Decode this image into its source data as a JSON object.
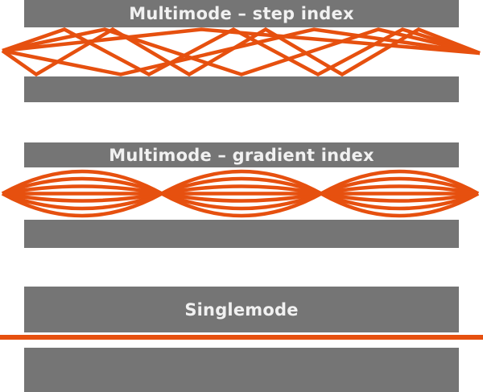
{
  "diagram": {
    "sections": [
      {
        "label": "Multimode – step index",
        "ray_pattern": "zigzag-reflected-rays"
      },
      {
        "label": "Multimode – gradient index",
        "ray_pattern": "sinusoidal-lens-rays"
      },
      {
        "label": "Singlemode",
        "ray_pattern": "single-straight-ray"
      }
    ],
    "colors": {
      "cladding_gray": "#757575",
      "ray_orange": "#E6500F",
      "label_text": "#F1F1F1",
      "background": "#FFFFFF"
    }
  }
}
